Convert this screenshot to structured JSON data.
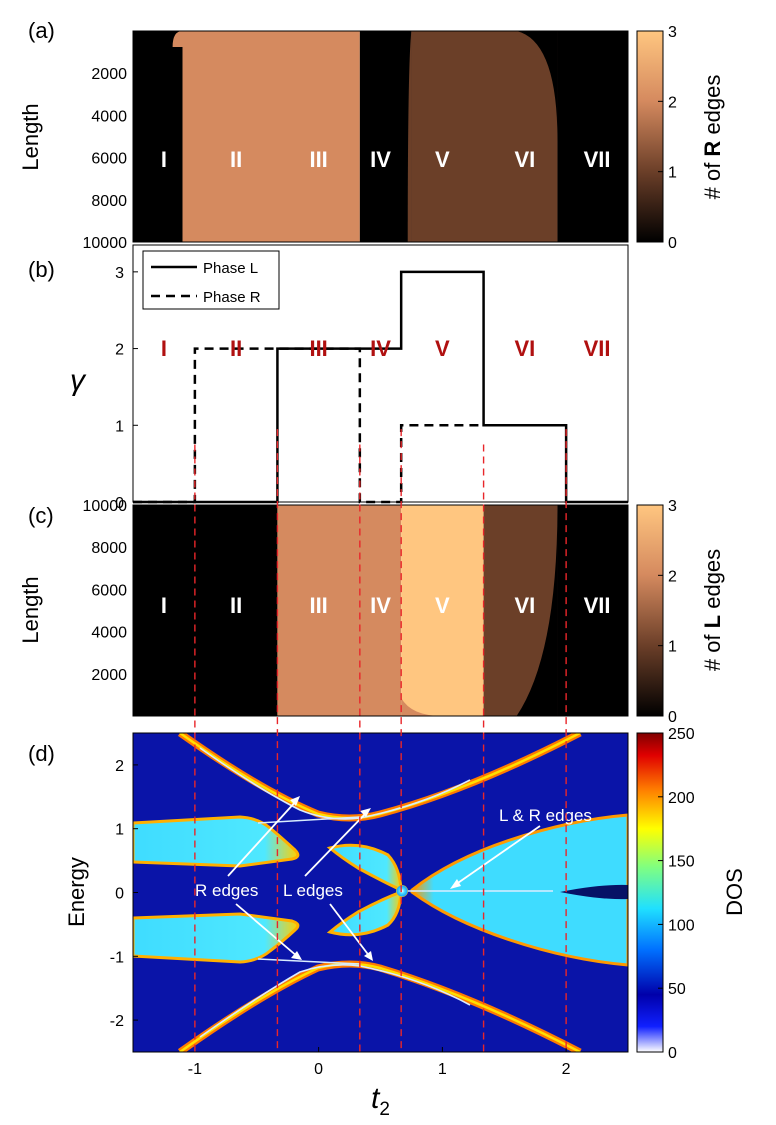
{
  "figure": {
    "xlabel_main": "t",
    "xlabel_sub": "2",
    "x_ticks": [
      "-1",
      "0",
      "1",
      "2"
    ],
    "xlim": [
      -1.5,
      2.5
    ],
    "boundaries": [
      -1,
      -0.333,
      0.333,
      0.667,
      1.333,
      2
    ],
    "region_labels": [
      "I",
      "II",
      "III",
      "IV",
      "V",
      "VI",
      "VII"
    ],
    "colors": {
      "region_text_dark": "#ffffff",
      "region_text_light": "#b01010",
      "guide_line": "#e8262a"
    }
  },
  "chart_data": [
    {
      "panel": "(a)",
      "type": "heatmap",
      "ylabel": "Length",
      "y_ticks": [
        "2000",
        "4000",
        "6000",
        "8000",
        "10000"
      ],
      "ylim": [
        0,
        10000
      ],
      "colorbar": {
        "label_prefix": "# of ",
        "label_bold": "R",
        "label_suffix": " edges",
        "ticks": [
          "0",
          "1",
          "2",
          "3"
        ],
        "range": [
          0,
          3
        ]
      },
      "regions": [
        {
          "x_start": -1.5,
          "x_end": -1.1,
          "value": 0
        },
        {
          "x_start": -1.1,
          "x_end": 0.333,
          "value": 2
        },
        {
          "x_start": 0.333,
          "x_end": 0.75,
          "value": 0
        },
        {
          "x_start": 0.75,
          "x_end": 1.93,
          "value": 1
        },
        {
          "x_start": 1.93,
          "x_end": 2.5,
          "value": 0
        }
      ]
    },
    {
      "panel": "(b)",
      "type": "line",
      "ylabel": "γ",
      "y_ticks": [
        "0",
        "1",
        "2",
        "3"
      ],
      "ylim": [
        0,
        3.35
      ],
      "legend_position": "top-left",
      "series": [
        {
          "name": "Phase L",
          "style": "solid",
          "x": [
            -1.5,
            -0.333,
            -0.333,
            0.667,
            0.667,
            1.333,
            1.333,
            2,
            2,
            2.5
          ],
          "y": [
            0,
            0,
            2,
            2,
            3,
            3,
            1,
            1,
            0,
            0
          ]
        },
        {
          "name": "Phase R",
          "style": "dashed",
          "x": [
            -1.5,
            -1,
            -1,
            0.333,
            0.333,
            0.667,
            0.667,
            1.333
          ],
          "y": [
            0,
            0,
            2,
            2,
            0,
            0,
            1,
            1
          ]
        }
      ]
    },
    {
      "panel": "(c)",
      "type": "heatmap",
      "ylabel": "Length",
      "y_ticks": [
        "2000",
        "4000",
        "6000",
        "8000",
        "10000"
      ],
      "ylim": [
        0,
        10000
      ],
      "colorbar": {
        "label_prefix": "# of ",
        "label_bold": "L",
        "label_suffix": " edges",
        "ticks": [
          "0",
          "1",
          "2",
          "3"
        ],
        "range": [
          0,
          3
        ]
      },
      "regions": [
        {
          "x_start": -1.5,
          "x_end": -0.333,
          "value": 0
        },
        {
          "x_start": -0.333,
          "x_end": 0.667,
          "value": 2
        },
        {
          "x_start": 0.667,
          "x_end": 1.333,
          "value": 3
        },
        {
          "x_start": 1.333,
          "x_end": 1.93,
          "value": 1
        },
        {
          "x_start": 1.93,
          "x_end": 2.5,
          "value": 0
        }
      ]
    },
    {
      "panel": "(d)",
      "type": "heatmap",
      "ylabel": "Energy",
      "y_ticks": [
        "-2",
        "-1",
        "0",
        "1",
        "2"
      ],
      "ylim": [
        -2.5,
        2.5
      ],
      "colorbar": {
        "label": "DOS",
        "ticks": [
          "0",
          "50",
          "100",
          "150",
          "200",
          "250"
        ],
        "range": [
          0,
          250
        ]
      },
      "annotations": [
        "R edges",
        "L edges",
        "L & R edges"
      ]
    }
  ]
}
